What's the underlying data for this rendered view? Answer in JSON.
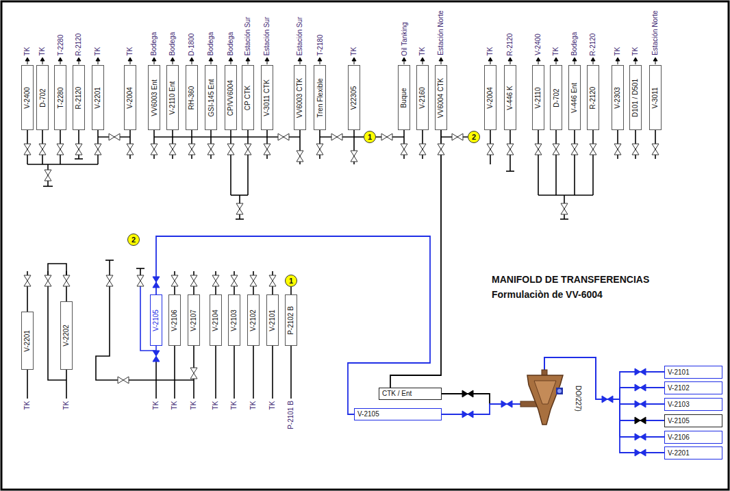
{
  "diagram": {
    "title": "MANIFOLD DE TRANSFERENCIAS",
    "nodes": [
      {
        "text": [
          "V-2400",
          "TK"
        ]
      },
      {
        "text": [
          "D-702",
          "TK"
        ]
      },
      {
        "text": [
          "T-2280",
          "T-2280"
        ]
      },
      {
        "text": [
          "R-2120",
          "R-2120"
        ]
      },
      {
        "text": [
          "V-2201",
          "TK"
        ]
      },
      {
        "text": [
          "V-2004",
          "TK"
        ]
      },
      {
        "text": [
          "VV6003 Ent",
          "Bodega"
        ]
      },
      {
        "text": [
          "V-2110 Ent",
          "Bodega"
        ]
      },
      {
        "text": [
          "RH-360",
          "D-1800"
        ]
      },
      {
        "text": [
          "GSI-145 Ent",
          "Bodega"
        ]
      },
      {
        "text": [
          "CP/VV6004",
          "Bodega"
        ]
      },
      {
        "text": [
          "CP CTK",
          "Estación Sur"
        ]
      },
      {
        "text": [
          "V-3011 CTK",
          "Estación Sur"
        ]
      },
      {
        "text": [
          "VV6003 CTK",
          "Estación Sur"
        ]
      },
      {
        "text": [
          "Tren Flexible",
          "T-2180"
        ]
      },
      {
        "text": [
          "V22305",
          "TK"
        ]
      },
      {
        "text": [
          "Buque",
          "Oil Tanking"
        ]
      },
      {
        "text": [
          "V-2160",
          "TK"
        ]
      },
      {
        "text": [
          "VV6004 CTK",
          "Estación Norte"
        ]
      },
      {
        "text": [
          "V-2004",
          "TK"
        ]
      },
      {
        "text": [
          "V-446 K",
          "R-2120"
        ]
      },
      {
        "text": [
          "V-2110",
          "V-2400"
        ]
      },
      {
        "text": [
          "D-702",
          "TK"
        ]
      },
      {
        "text": [
          "V-446 Ent",
          "Bodega"
        ]
      },
      {
        "text": [
          "R-2120",
          "R-2120"
        ]
      },
      {
        "text": [
          "V-2303",
          "TK"
        ]
      },
      {
        "text": [
          "D101 / D501",
          "TK"
        ]
      },
      {
        "text": [
          "V-3011",
          "Estación Norte"
        ]
      },
      {
        "text": [
          "V-2201",
          "TK"
        ]
      },
      {
        "text": [
          "V-2202",
          "TK"
        ]
      },
      {
        "text": [
          "V-2105",
          "TK"
        ]
      },
      {
        "text": [
          "V-2106",
          "TK"
        ]
      },
      {
        "text": [
          "V-2107",
          "TK"
        ]
      },
      {
        "text": [
          "V-2104",
          "TK"
        ]
      },
      {
        "text": [
          "V-2103",
          "TK"
        ]
      },
      {
        "text": [
          "V-2102",
          "TK"
        ]
      },
      {
        "text": [
          "V-2101",
          "TK"
        ]
      },
      {
        "text": [
          "P-2102 B",
          "P-2101 B"
        ]
      },
      {
        "text": [
          "CTK / Ent"
        ]
      },
      {
        "text": [
          "V-2105"
        ]
      },
      {
        "text": [
          "DO/227)"
        ]
      },
      {
        "text": [
          "V-2101"
        ]
      },
      {
        "text": [
          "V-2102"
        ]
      },
      {
        "text": [
          "V-2103"
        ]
      },
      {
        "text": [
          "V-2105"
        ]
      },
      {
        "text": [
          "V-2106"
        ]
      },
      {
        "text": [
          "V-2201"
        ]
      }
    ],
    "edges": [
      {
        "from": 18,
        "to": 38,
        "arrow": "none"
      },
      {
        "from": 30,
        "to": 39,
        "arrow": "none"
      },
      {
        "from": 38,
        "to": 40,
        "arrow": "none"
      },
      {
        "from": 39,
        "to": 40,
        "arrow": "none"
      },
      {
        "from": 40,
        "to": 41,
        "arrow": "none"
      },
      {
        "from": 40,
        "to": 42,
        "arrow": "none"
      },
      {
        "from": 40,
        "to": 43,
        "arrow": "none"
      },
      {
        "from": 40,
        "to": 44,
        "arrow": "none"
      },
      {
        "from": 40,
        "to": 45,
        "arrow": "none"
      },
      {
        "from": 40,
        "to": 46,
        "arrow": "none"
      }
    ],
    "labels": [
      "1",
      "2",
      "2",
      "1",
      "Formulaciòn de VV-6004"
    ]
  }
}
